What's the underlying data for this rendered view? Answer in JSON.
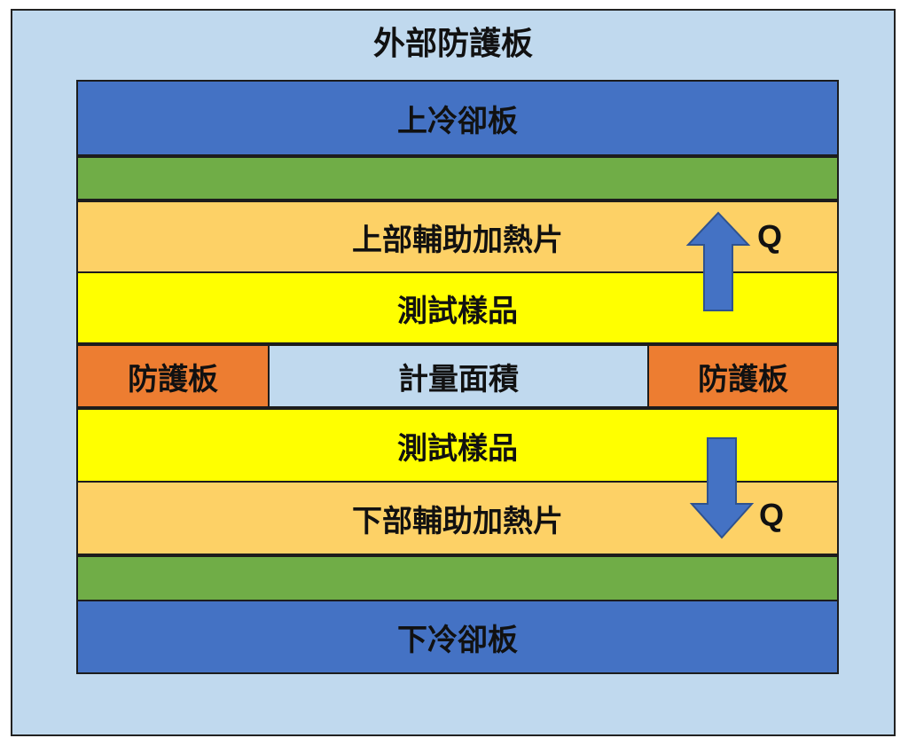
{
  "diagram": {
    "outer_label": "外部防護板",
    "upper_cooling_plate": "上冷卻板",
    "upper_aux_heater": "上部輔助加熱片",
    "upper_sample": "測試樣品",
    "guard_left": "防護板",
    "metering_area": "計量面積",
    "guard_right": "防護板",
    "lower_sample": "測試樣品",
    "lower_aux_heater": "下部輔助加熱片",
    "lower_cooling_plate": "下冷卻板",
    "heat_flow_up_label": "Q",
    "heat_flow_down_label": "Q"
  },
  "colors": {
    "outer": "#C0D9EE",
    "cooling_plate": "#4472C4",
    "green_layer": "#70AD47",
    "aux_heater": "#FDD166",
    "sample": "#FFFF00",
    "guard": "#ED7D31",
    "metering": "#C0D9EE",
    "arrow": "#4472C4"
  }
}
